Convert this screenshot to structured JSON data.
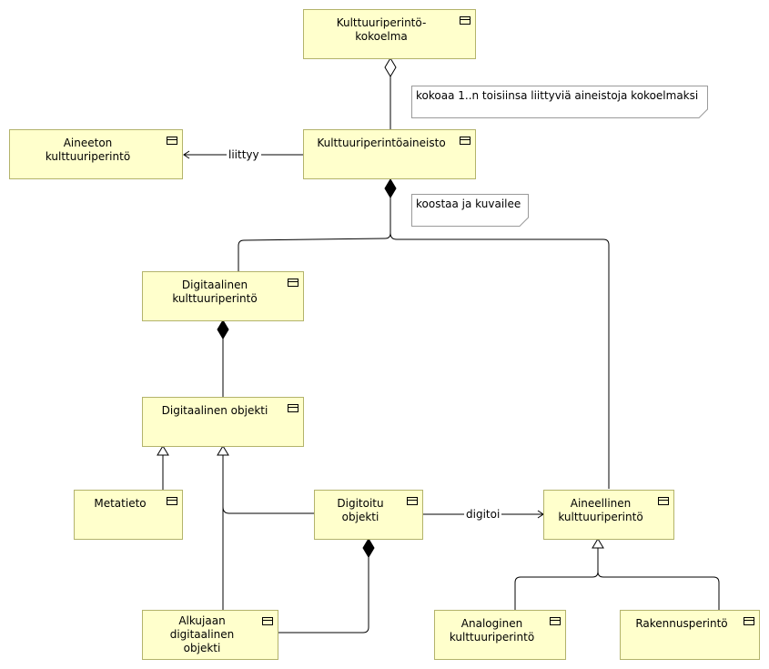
{
  "elements": {
    "kokoelma": {
      "label": "Kulttuuriperintö-\nkokoelma"
    },
    "aineisto": {
      "label": "Kulttuuriperintöaineisto"
    },
    "aineeton": {
      "label": "Aineeton\nkulttuuriperintö"
    },
    "digitaalinen": {
      "label": "Digitaalinen\nkulttuuriperintö"
    },
    "objekti": {
      "label": "Digitaalinen objekti"
    },
    "metatieto": {
      "label": "Metatieto"
    },
    "digitoitu": {
      "label": "Digitoitu\nobjekti"
    },
    "aineellinen": {
      "label": "Aineellinen\nkulttuuriperintö"
    },
    "alkujaan": {
      "label": "Alkujaan\ndigitaalinen\nobjekti"
    },
    "analoginen": {
      "label": "Analoginen\nkulttuuriperintö"
    },
    "rakennus": {
      "label": "Rakennusperintö"
    }
  },
  "notes": {
    "kokoaa": "kokoaa 1..n toisiinsa liittyviä aineistoja kokoelmaksi",
    "koostaa": "koostaa ja kuvailee"
  },
  "relations": {
    "liittyy": "liittyy",
    "digitoi": "digitoi"
  },
  "colors": {
    "element_fill": "#ffffcc",
    "element_border": "#b3b36b",
    "line": "#000000"
  }
}
